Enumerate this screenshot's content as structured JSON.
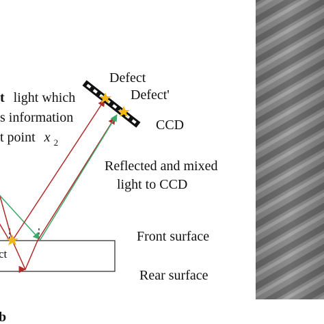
{
  "labels": {
    "defect_top": "Defect",
    "defect_prime": "Defect'",
    "ccd": "CCD",
    "text_line1_bold": "t",
    "text_line1": "light which",
    "text_line2": "s information",
    "text_line3": "t point",
    "x_var": "x",
    "x_sub": "2",
    "reflected_line1": "Reflected and mixed",
    "reflected_line2": "light to CCD",
    "front_surface": "Front surface",
    "rear_surface": "Rear surface",
    "defect_partial": "ct",
    "panel_letter": "b"
  },
  "colors": {
    "red_ray": "#b22a2a",
    "green_ray": "#3aa96a",
    "defect_star": "#f2b616",
    "texture_dark": "#6a6a6a",
    "texture_light": "#a9a9a9"
  },
  "icons": {
    "defect_marker": "star-icon"
  }
}
